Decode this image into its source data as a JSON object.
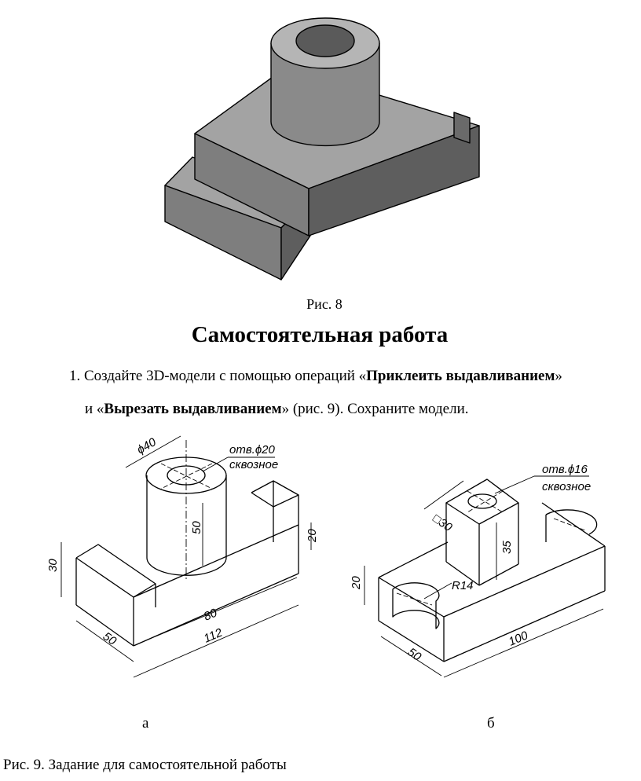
{
  "figure8": {
    "caption": "Рис. 8"
  },
  "section": {
    "title": "Самостоятельная работа"
  },
  "task": {
    "number": "1.",
    "line1_prefix": "Создайте 3D-модели с помощью операций «",
    "op1": "Приклеить выдавливанием",
    "line1_suffix": "»",
    "line2_prefix": "и «",
    "op2": "Вырезать выдавливанием",
    "line2_suffix": "» (рис. 9). Сохраните модели."
  },
  "figure9": {
    "drawing_a": {
      "label": "а",
      "dims": {
        "cyl_diam": "ϕ40",
        "hole": "отв.ϕ20",
        "through": "сквозное",
        "height": "50",
        "side_h": "20",
        "base_h": "30",
        "width": "50",
        "inner": "80",
        "length": "112"
      }
    },
    "drawing_b": {
      "label": "б",
      "dims": {
        "hole": "отв.ϕ16",
        "through": "сквозное",
        "square": "□30",
        "height": "35",
        "base_h": "20",
        "radius": "R14",
        "width": "50",
        "length": "100"
      }
    },
    "caption": "Рис. 9. Задание для самостоятельной работы"
  },
  "colors": {
    "top_face": "#a3a3a3",
    "front_face": "#7e7e7e",
    "side_face": "#5e5e5e",
    "line": "#000000"
  }
}
